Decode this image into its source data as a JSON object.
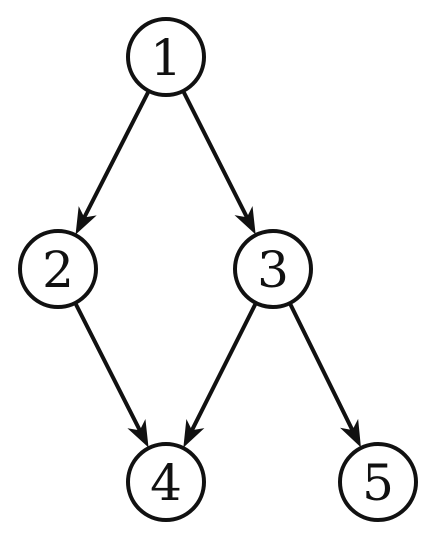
{
  "colors": {
    "stroke": "#111111",
    "fill": "#ffffff",
    "background": "#ffffff"
  },
  "nodes": [
    {
      "id": "1",
      "label": "1"
    },
    {
      "id": "2",
      "label": "2"
    },
    {
      "id": "3",
      "label": "3"
    },
    {
      "id": "4",
      "label": "4"
    },
    {
      "id": "5",
      "label": "5"
    }
  ],
  "edges": [
    {
      "from": "1",
      "to": "2"
    },
    {
      "from": "1",
      "to": "3"
    },
    {
      "from": "2",
      "to": "4"
    },
    {
      "from": "3",
      "to": "4"
    },
    {
      "from": "3",
      "to": "5"
    }
  ]
}
